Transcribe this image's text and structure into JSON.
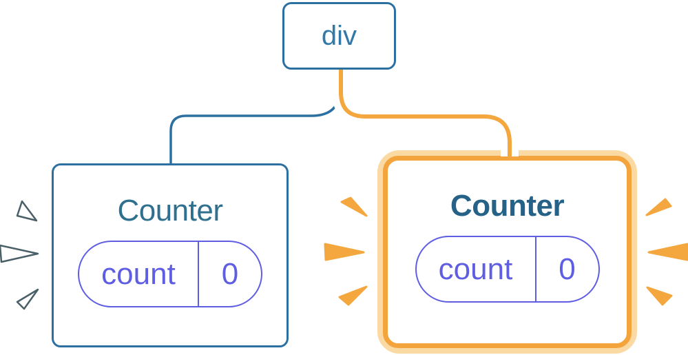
{
  "diagram": {
    "root_node": {
      "label": "div"
    },
    "counters": [
      {
        "id": "left",
        "title": "Counter",
        "state_key": "count",
        "state_value": "0",
        "highlighted": false,
        "burst_style": "white-outline"
      },
      {
        "id": "right",
        "title": "Counter",
        "state_key": "count",
        "state_value": "0",
        "highlighted": true,
        "burst_style": "orange"
      }
    ],
    "edges": [
      {
        "from": "div",
        "to": "left-counter",
        "color": "#2C70A1",
        "casing": "none"
      },
      {
        "from": "div",
        "to": "right-counter",
        "color": "#F5A73F",
        "casing": "#FFFFFF"
      }
    ]
  },
  "colors": {
    "blue_border": "#2C70A1",
    "blue_text": "#3279A8",
    "title_left": "#30708F",
    "title_right": "#266288",
    "state_purple": "#5F5EE3",
    "highlight_orange": "#F5A73F",
    "highlight_orange_light": "#FBD9A3",
    "burst_orange": "#F5A73F",
    "burst_white_outline": "#4A5F68",
    "card_background": "#FFFFFF"
  },
  "icons": {
    "left_bursts": "burst-ray-icon",
    "middle_bursts": "burst-ray-icon",
    "right_bursts": "burst-ray-icon"
  }
}
